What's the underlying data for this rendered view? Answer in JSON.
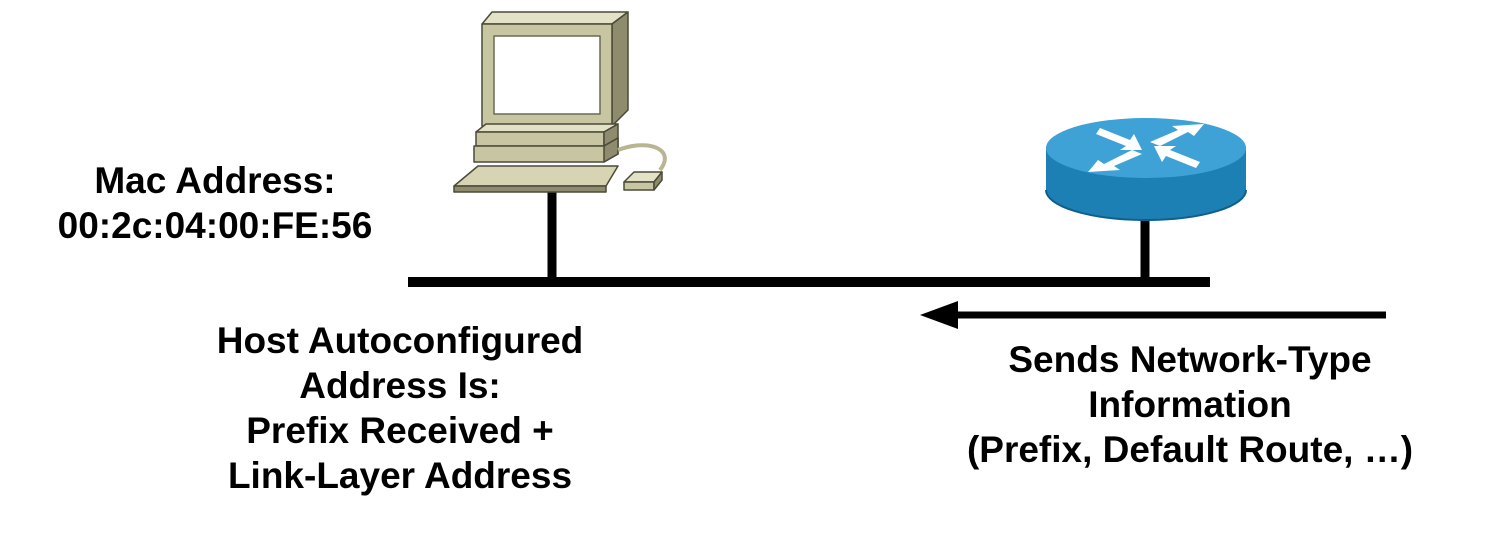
{
  "mac": {
    "line1": "Mac Address:",
    "line2": "00:2c:04:00:FE:56"
  },
  "host": {
    "line1": "Host Autoconfigured",
    "line2": "Address Is:",
    "line3": "Prefix Received +",
    "line4": "Link-Layer Address"
  },
  "router_info": {
    "line1": "Sends Network-Type",
    "line2": "Information",
    "line3": "(Prefix, Default Route, …)"
  },
  "icons": {
    "host": "desktop-computer-icon",
    "router": "cisco-router-icon"
  },
  "colors": {
    "line": "#000000",
    "router_top": "#3ea2d6",
    "router_side": "#1c80b4",
    "computer_body": "#c8c6a2",
    "computer_shade": "#8e8c6c"
  }
}
